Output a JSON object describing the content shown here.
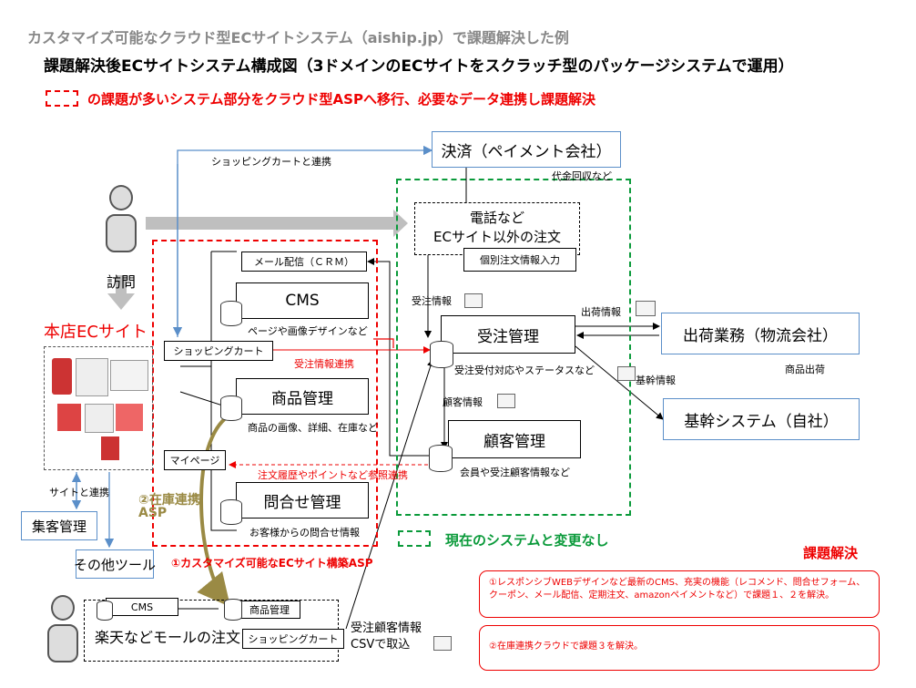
{
  "header": {
    "supertitle": "カスタマイズ可能なクラウド型ECサイトシステム（aiship.jp）で課題解決した例",
    "title": "課題解決後ECサイトシステム構成図（3ドメインのECサイトをスクラッチ型のパッケージシステムで運用）",
    "legend_red": "の課題が多いシステム部分をクラウド型ASPへ移行、必要なデータ連携し課題解決"
  },
  "nodes": {
    "payment": "決済（ペイメント会社）",
    "payment_note": "代金回収など",
    "phone_line1": "電話など",
    "phone_line2": "ECサイト以外の注文",
    "manual_order": "個別注文情報入力",
    "order_mgmt": "受注管理",
    "order_mgmt_note": "受注受付対応やステータスなど",
    "customer_mgmt": "顧客管理",
    "customer_mgmt_note": "会員や受注顧客情報など",
    "shipping": "出荷業務（物流会社）",
    "shipping_note": "商品出荷",
    "core": "基幹システム（自社）",
    "mail": "メール配信（ＣＲＭ）",
    "cms": "CMS",
    "cms_note": "ページや画像デザインなど",
    "cart": "ショッピングカート",
    "product": "商品管理",
    "product_note": "商品の画像、詳細、在庫など",
    "mypage": "マイページ",
    "inquiry": "問合せ管理",
    "inquiry_note": "お客様からの問合せ情報",
    "main_site": "本店ECサイト",
    "visit": "訪問",
    "attract": "集客管理",
    "other_tools": "その他ツール",
    "mall": "楽天などモールの注文",
    "mall_cms": "CMS",
    "mall_product": "商品管理",
    "mall_cart": "ショッピングカート"
  },
  "labels": {
    "cart_link": "ショッピングカートと連携",
    "order_info": "受注情報",
    "shipping_info": "出荷情報",
    "core_info": "基幹情報",
    "customer_info": "顧客情報",
    "order_link": "受注情報連携",
    "history_link": "注文履歴やポイントなど参照連携",
    "site_link": "サイトと連携",
    "stock_asp_line1": "②在庫連携",
    "stock_asp_line2": "ASP",
    "ec_asp": "①カスタマイズ可能なECサイト構築ASP",
    "csv_line1": "受注顧客情報",
    "csv_line2": "CSVで取込",
    "green_legend": "現在のシステムと変更なし"
  },
  "solutions": {
    "title": "課題解決",
    "item1": "①レスポンシブWEBデザインなど最新のCMS、充実の機能（レコメンド、問合せフォーム、クーポン、メール配信、定期注文、amazonペイメントなど）で課題１、２を解決。",
    "item2": "②在庫連携クラウドで課題３を解決。"
  },
  "colors": {
    "red": "#e00000",
    "green": "#0a9a3a",
    "blue": "#5b8fc9",
    "olive": "#9a8a44",
    "gray": "#bbbbbb"
  }
}
